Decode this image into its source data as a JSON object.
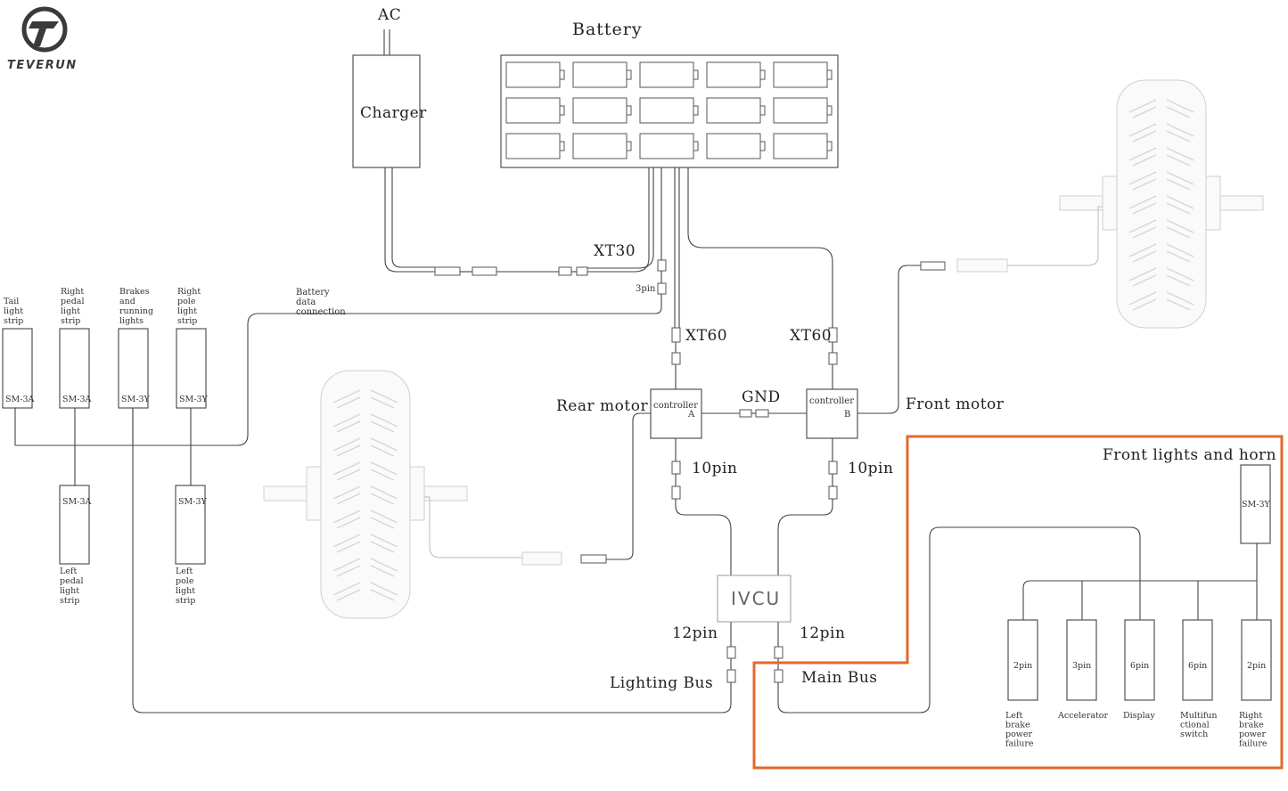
{
  "brand": {
    "name": "TEVERUN",
    "color": "#3a3a3a"
  },
  "labels": {
    "ac": "AC",
    "battery": "Battery",
    "charger": "Charger",
    "xt30": "XT30",
    "pin3": "3pin",
    "battery_data": [
      "Battery",
      "data",
      "connection"
    ],
    "xt60_left": "XT60",
    "xt60_right": "XT60",
    "rear_motor": "Rear motor",
    "front_motor": "Front motor",
    "gnd": "GND",
    "controller_a": [
      "controller",
      "A"
    ],
    "controller_b": [
      "controller",
      "B"
    ],
    "pin10_left": "10pin",
    "pin10_right": "10pin",
    "ivcu": "IVCU",
    "pin12_left": "12pin",
    "pin12_right": "12pin",
    "lighting_bus": "Lighting Bus",
    "main_bus": "Main Bus",
    "front_lights_horn": "Front lights and horn",
    "front_sm": "SM-3Y"
  },
  "light_strips_top": [
    {
      "name": [
        "Tail",
        "light",
        "strip"
      ],
      "module": "SM-3A"
    },
    {
      "name": [
        "Right",
        "pedal",
        "light",
        "strip"
      ],
      "module": "SM-3A"
    },
    {
      "name": [
        "Brakes",
        "and",
        "running",
        "lights"
      ],
      "module": "SM-3Y"
    },
    {
      "name": [
        "Right",
        "pole",
        "light",
        "strip"
      ],
      "module": "SM-3Y"
    }
  ],
  "light_strips_bottom": [
    {
      "name": [
        "Left",
        "pedal",
        "light",
        "strip"
      ],
      "module": "SM-3A"
    },
    {
      "name": [
        "Left",
        "pole",
        "light",
        "strip"
      ],
      "module": "SM-3Y"
    }
  ],
  "main_bus_devices": [
    {
      "pin": "2pin",
      "name": [
        "Left",
        "brake",
        "power",
        "failure"
      ]
    },
    {
      "pin": "3pin",
      "name": [
        "Accelerator"
      ]
    },
    {
      "pin": "6pin",
      "name": [
        "Display"
      ]
    },
    {
      "pin": "6pin",
      "name": [
        "Multifun",
        "ctional",
        "switch"
      ]
    },
    {
      "pin": "2pin",
      "name": [
        "Right",
        "brake",
        "power",
        "failure"
      ]
    }
  ],
  "colors": {
    "highlight": "#e2692b",
    "wire": "#444444",
    "faint": "#bbbbbb"
  }
}
